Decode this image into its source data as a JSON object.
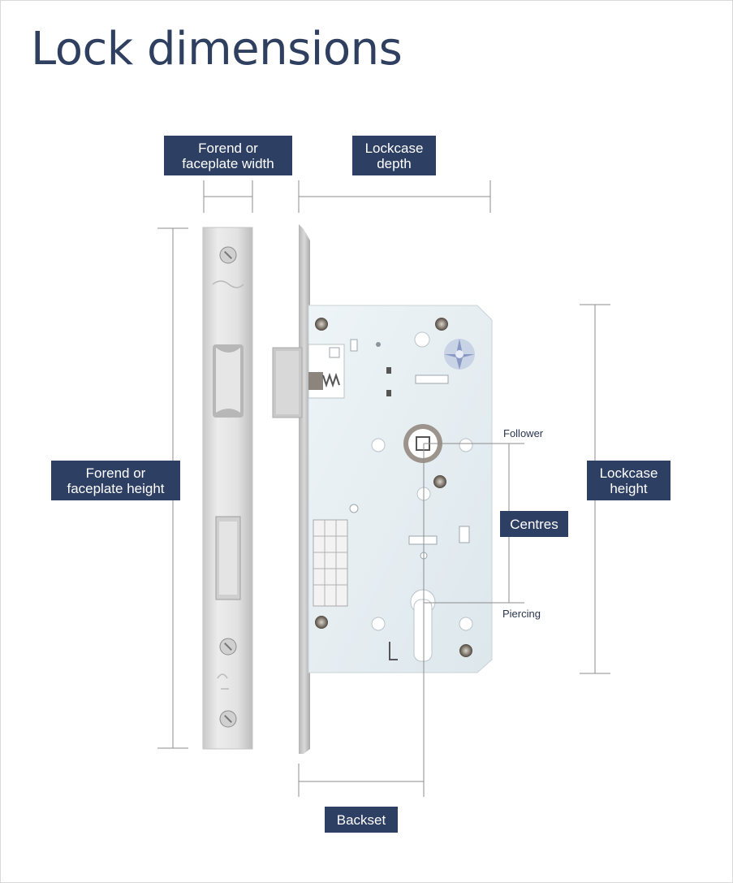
{
  "title": "Lock dimensions",
  "labels": {
    "forend_width": "Forend or\nfaceplate width",
    "lockcase_depth": "Lockcase\ndepth",
    "forend_height": "Forend or\nfaceplate height",
    "lockcase_height": "Lockcase\nheight",
    "centres": "Centres",
    "backset": "Backset",
    "follower": "Follower",
    "piercing": "Piercing"
  },
  "colors": {
    "label_bg": "#2d3f63",
    "title": "#2f3f60",
    "lockcase_plate": "#e6eef2",
    "forend_plate": "#dcdcdc"
  }
}
